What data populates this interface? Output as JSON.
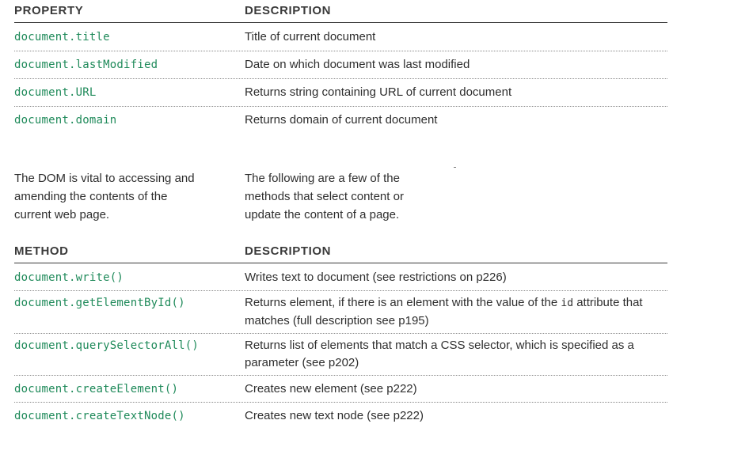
{
  "properties_table": {
    "header": {
      "col1": "PROPERTY",
      "col2": "DESCRIPTION"
    },
    "rows": [
      {
        "name": "document.title",
        "description": "Title of current document"
      },
      {
        "name": "document.lastModified",
        "description": "Date on which document was last modified"
      },
      {
        "name": "document.URL",
        "description": "Returns string containing URL of current document"
      },
      {
        "name": "document.domain",
        "description": "Returns domain of current document"
      }
    ]
  },
  "intro": {
    "left": "The DOM is vital to accessing and amending the contents of the current web page.",
    "right": "The following are a few of the methods that select content or update the content of a page."
  },
  "methods_table": {
    "header": {
      "col1": "METHOD",
      "col2": "DESCRIPTION"
    },
    "rows": [
      {
        "name": "document.write()",
        "description": "Writes text to document (see restrictions on p226)"
      },
      {
        "name": "document.getElementById()",
        "description_before": "Returns element, if there is an element with the value of the ",
        "description_code": "id",
        "description_after": " attribute that matches (full description see p195)"
      },
      {
        "name": "document.querySelectorAll()",
        "description": "Returns list of elements that match a CSS selector, which is specified as a parameter (see p202)"
      },
      {
        "name": "document.createElement()",
        "description": "Creates new element (see p222)"
      },
      {
        "name": "document.createTextNode()",
        "description": "Creates new text node (see p222)"
      }
    ]
  }
}
